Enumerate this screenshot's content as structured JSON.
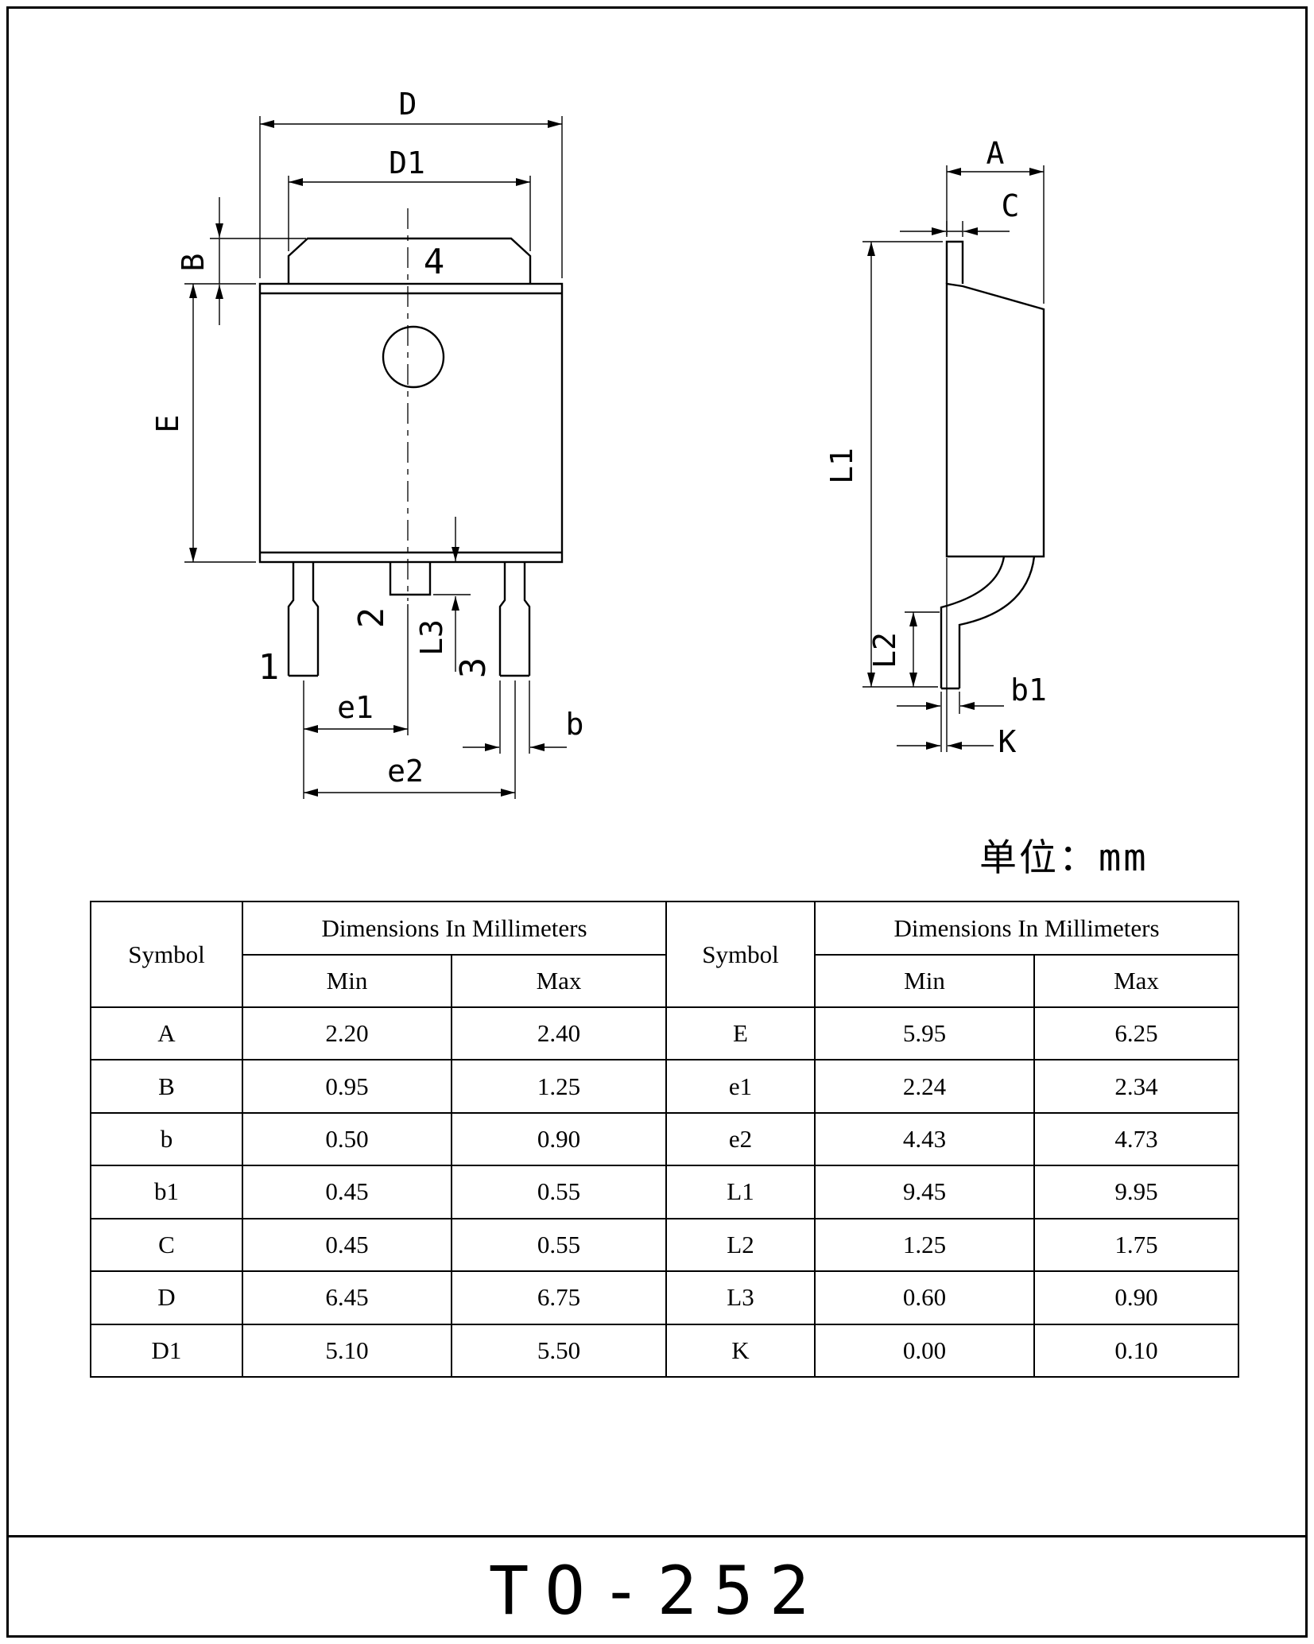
{
  "drawing": {
    "front": {
      "dims": {
        "D": "D",
        "D1": "D1",
        "B": "B",
        "E": "E",
        "L3": "L3",
        "e1": "e1",
        "e2": "e2",
        "b": "b"
      },
      "pins": {
        "p1": "1",
        "p2": "2",
        "p3": "3",
        "p4": "4"
      }
    },
    "side": {
      "dims": {
        "A": "A",
        "C": "C",
        "L1": "L1",
        "L2": "L2",
        "b1": "b1",
        "K": "K"
      }
    },
    "unit_label": "单位：mm"
  },
  "table": {
    "headers": {
      "symbol": "Symbol",
      "dims": "Dimensions In Millimeters",
      "min": "Min",
      "max": "Max"
    },
    "rows": [
      {
        "left": {
          "symbol": "A",
          "min": "2.20",
          "max": "2.40"
        },
        "right": {
          "symbol": "E",
          "min": "5.95",
          "max": "6.25"
        }
      },
      {
        "left": {
          "symbol": "B",
          "min": "0.95",
          "max": "1.25"
        },
        "right": {
          "symbol": "e1",
          "min": "2.24",
          "max": "2.34"
        }
      },
      {
        "left": {
          "symbol": "b",
          "min": "0.50",
          "max": "0.90"
        },
        "right": {
          "symbol": "e2",
          "min": "4.43",
          "max": "4.73"
        }
      },
      {
        "left": {
          "symbol": "b1",
          "min": "0.45",
          "max": "0.55"
        },
        "right": {
          "symbol": "L1",
          "min": "9.45",
          "max": "9.95"
        }
      },
      {
        "left": {
          "symbol": "C",
          "min": "0.45",
          "max": "0.55"
        },
        "right": {
          "symbol": "L2",
          "min": "1.25",
          "max": "1.75"
        }
      },
      {
        "left": {
          "symbol": "D",
          "min": "6.45",
          "max": "6.75"
        },
        "right": {
          "symbol": "L3",
          "min": "0.60",
          "max": "0.90"
        }
      },
      {
        "left": {
          "symbol": "D1",
          "min": "5.10",
          "max": "5.50"
        },
        "right": {
          "symbol": "K",
          "min": "0.00",
          "max": "0.10"
        }
      }
    ]
  },
  "footer": {
    "title": "TO-252"
  }
}
